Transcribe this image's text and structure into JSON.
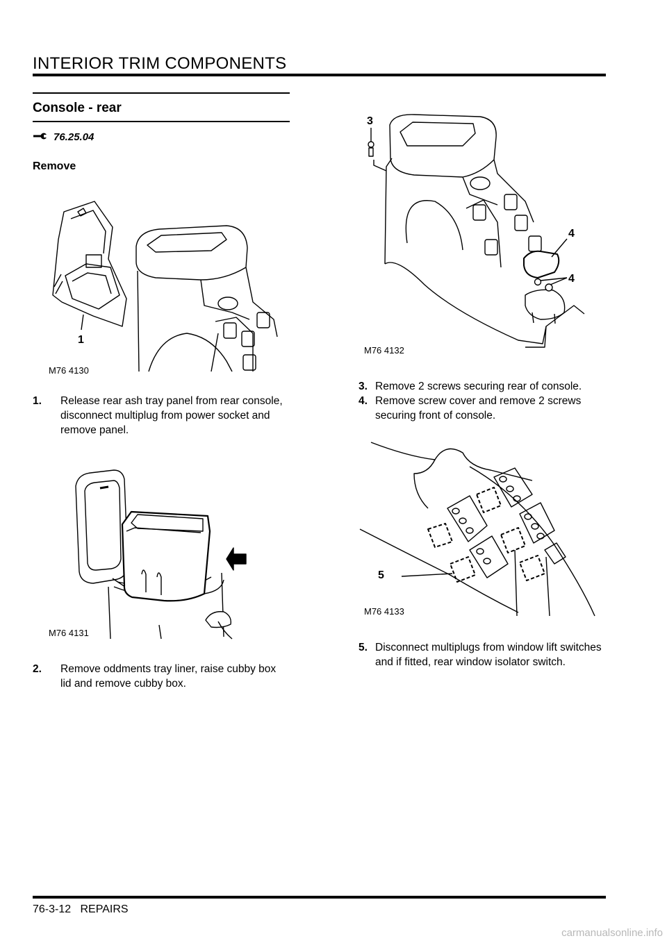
{
  "header": {
    "title": "INTERIOR TRIM COMPONENTS"
  },
  "section": {
    "title": "Console - rear",
    "op_code": "76.25.04",
    "op_icon": "wrench-icon",
    "subheading": "Remove"
  },
  "figures": {
    "f1": {
      "ref": "M76 4130",
      "callouts": [
        "1"
      ]
    },
    "f2": {
      "ref": "M76 4131"
    },
    "f3": {
      "ref": "M76 4132",
      "callouts": [
        "3",
        "4",
        "4"
      ]
    },
    "f4": {
      "ref": "M76 4133",
      "callouts": [
        "5"
      ]
    }
  },
  "steps": [
    {
      "num": "1.",
      "lines": [
        "Release rear ash tray panel from rear console,",
        "disconnect multiplug from power socket and",
        "remove panel."
      ]
    },
    {
      "num": "2.",
      "lines": [
        "Remove oddments tray liner, raise cubby box",
        "lid and remove cubby box."
      ]
    },
    {
      "num": "3.",
      "lines": [
        "Remove 2 screws securing rear of console."
      ]
    },
    {
      "num": "4.",
      "lines": [
        "Remove screw cover and remove 2 screws",
        "securing front of console."
      ]
    },
    {
      "num": "5.",
      "lines": [
        "Disconnect multiplugs from window lift switches",
        "and if fitted, rear window isolator switch."
      ]
    }
  ],
  "footer": {
    "page_ref": "76-3-12   REPAIRS"
  },
  "watermark": "carmanualsonline.info"
}
